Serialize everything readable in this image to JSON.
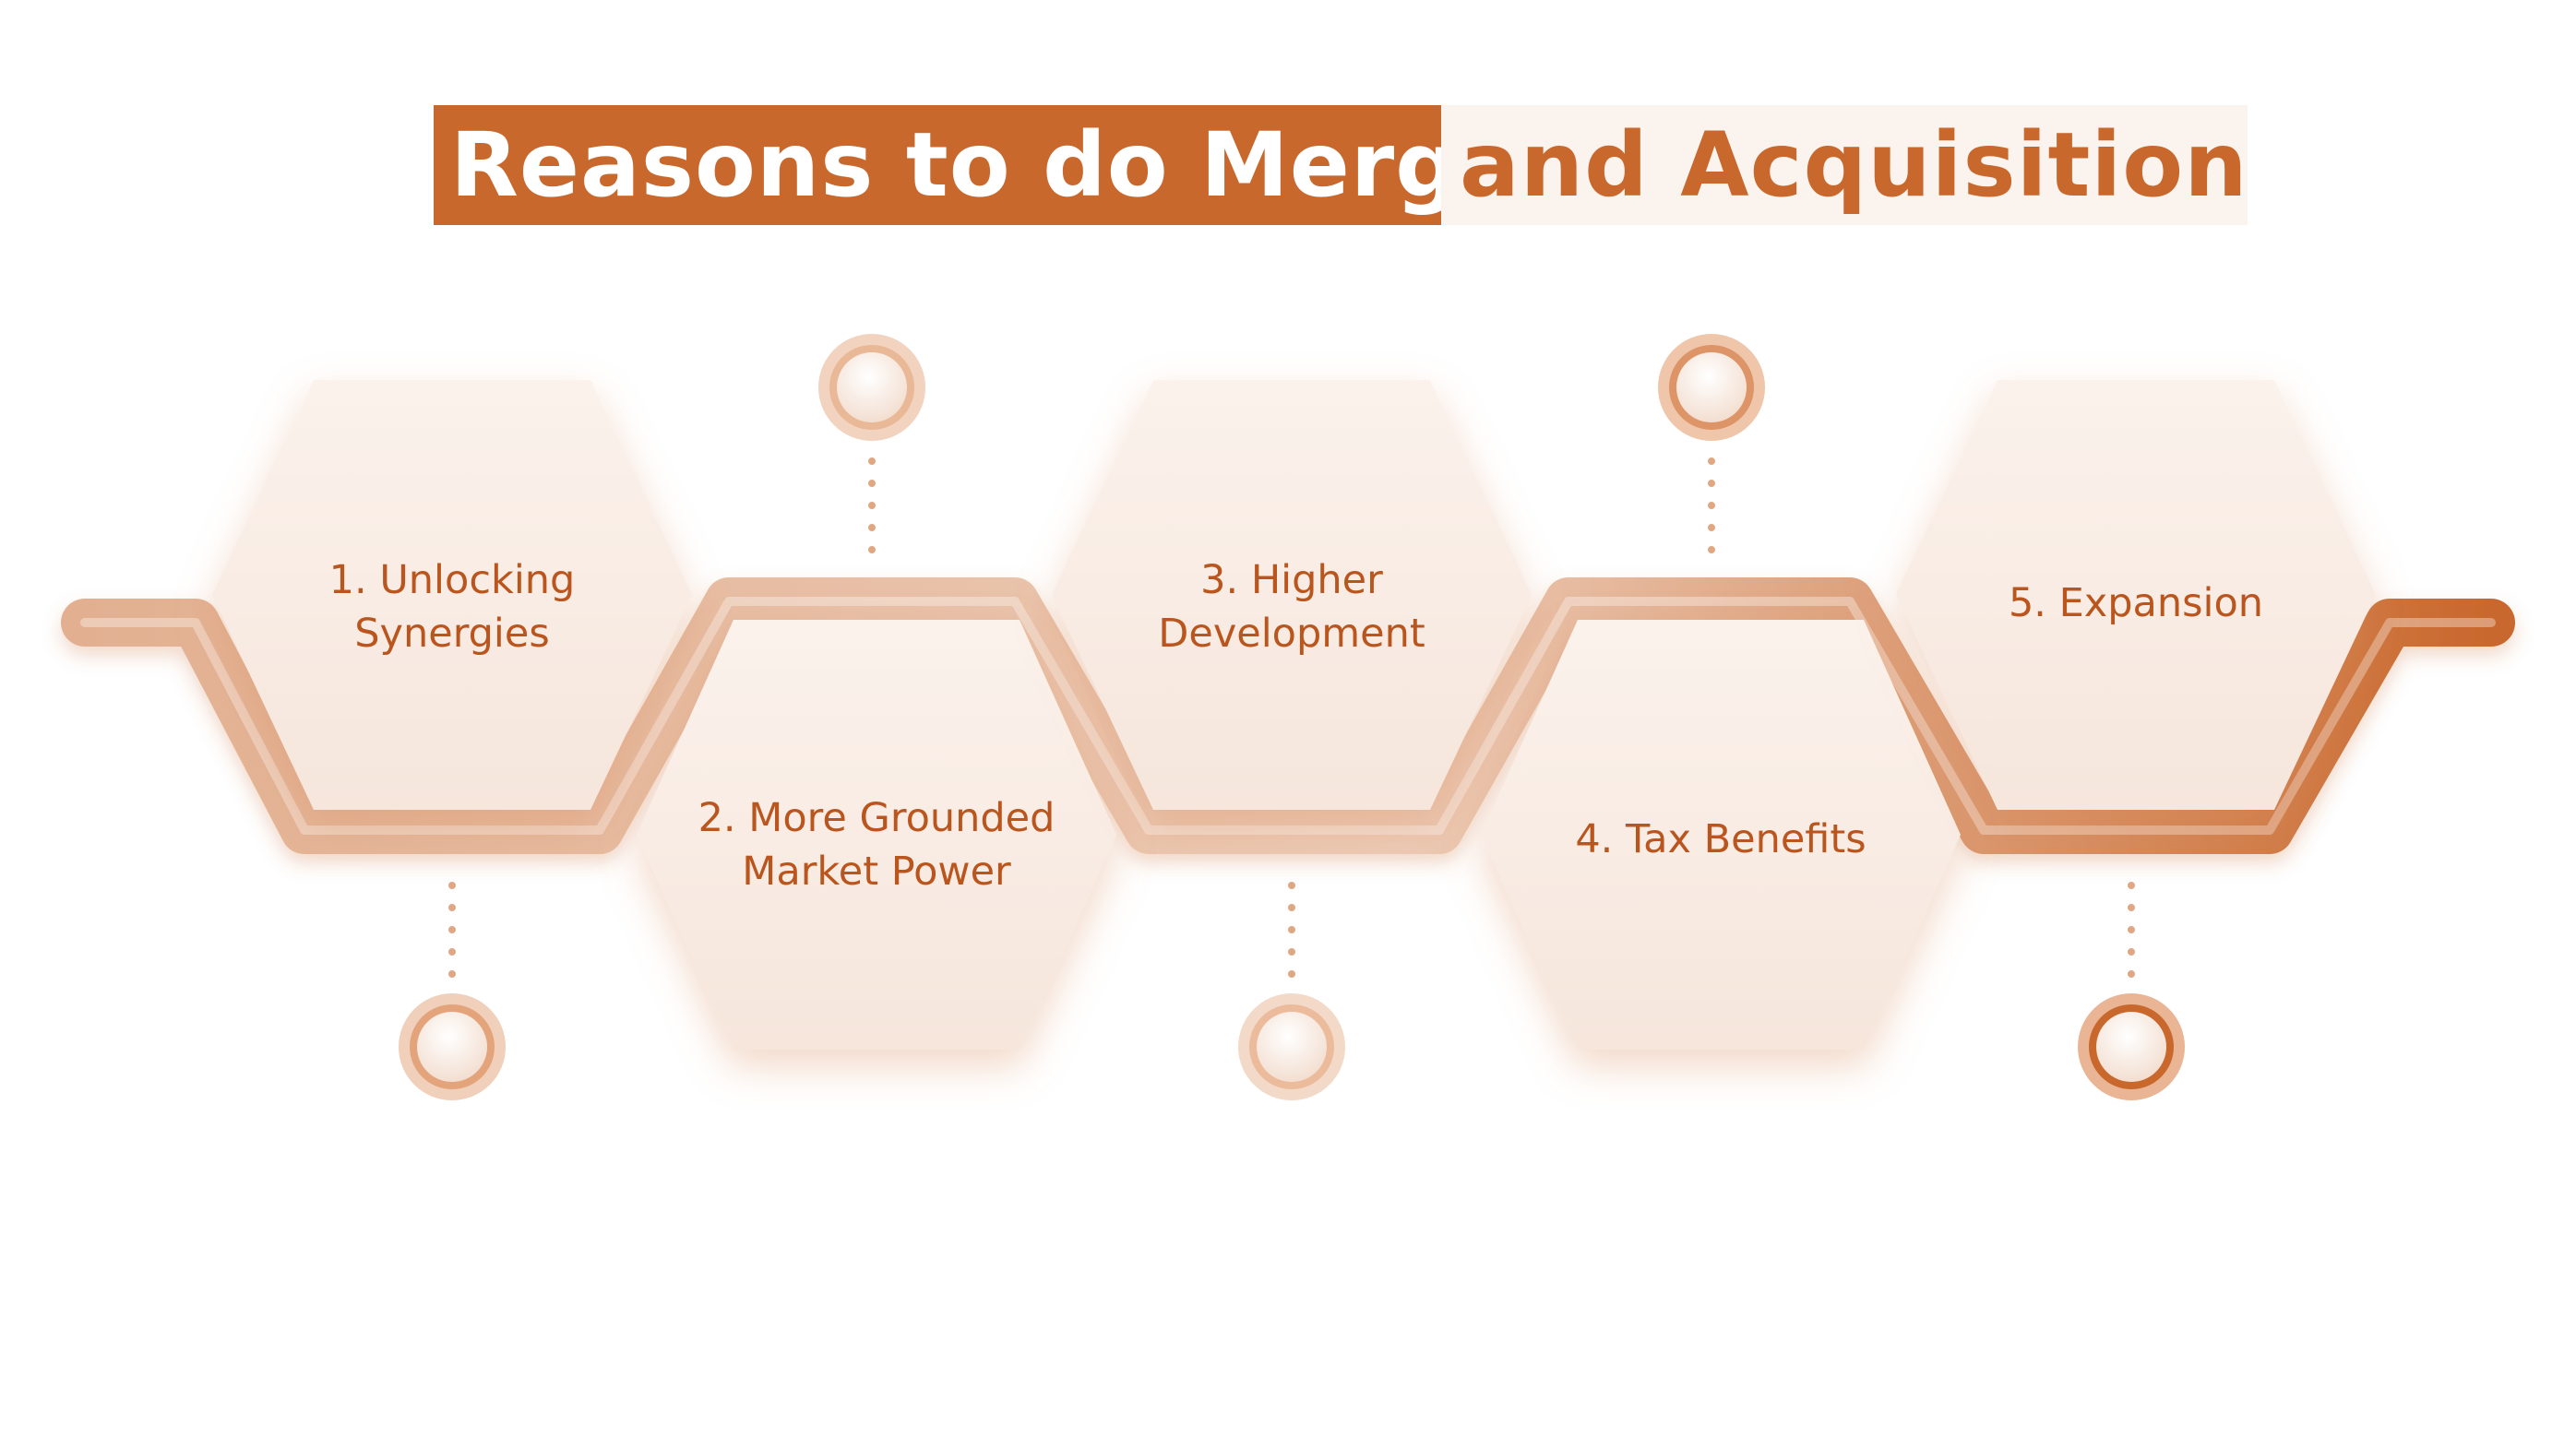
{
  "title": {
    "part1": "Reasons to do Merger",
    "part2": "and Acquisition"
  },
  "steps": [
    {
      "label": "1. Unlocking\nSynergies"
    },
    {
      "label": "2. More Grounded\nMarket Power"
    },
    {
      "label": "3. Higher\nDevelopment"
    },
    {
      "label": "4. Tax Benefits"
    },
    {
      "label": "5. Expansion"
    }
  ],
  "colors": {
    "accent": "#c9682d",
    "text": "#b9551d",
    "hexagon_fill": "#f8ebe3",
    "band_light": "#ebc6ad",
    "band_dark": "#c9682d",
    "title_bg_light": "#fbf3ee"
  }
}
